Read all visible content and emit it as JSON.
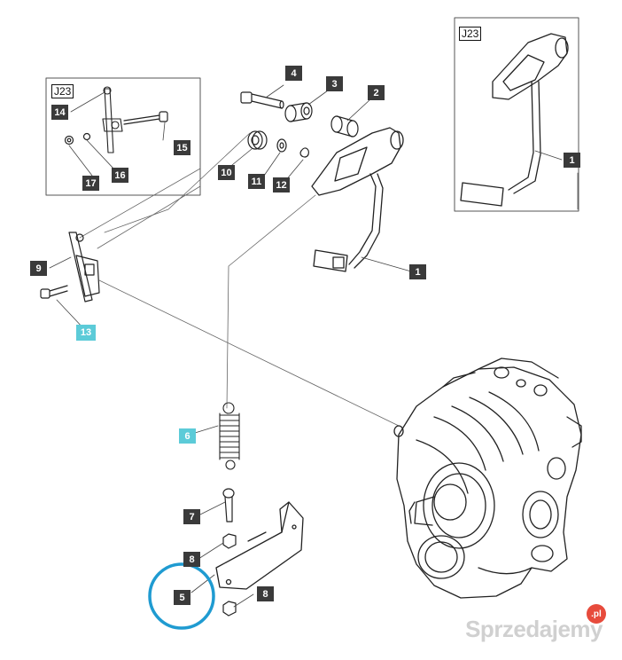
{
  "inset_tags": {
    "left": "J23",
    "right": "J23"
  },
  "callouts": {
    "c1a": "1",
    "c1b": "1",
    "c2": "2",
    "c3": "3",
    "c4": "4",
    "c5": "5",
    "c6": "6",
    "c7": "7",
    "c8a": "8",
    "c8b": "8",
    "c9": "9",
    "c10": "10",
    "c11": "11",
    "c12": "12",
    "c13": "13",
    "c14": "14",
    "c15": "15",
    "c16": "16",
    "c17": "17"
  },
  "colors": {
    "highlight_callout": "#5ccbd8",
    "marker_circle": "#1f9bd1",
    "callout": "#3a3a3a"
  },
  "watermark": {
    "text": "Sprzedajemy",
    "badge": ".pl"
  }
}
